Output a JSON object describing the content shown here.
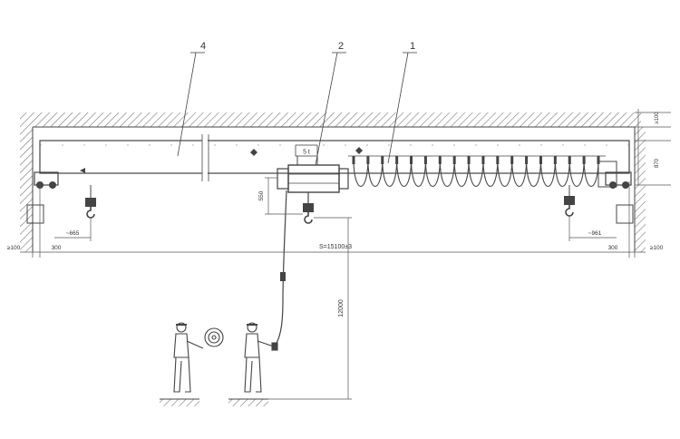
{
  "callouts": [
    "4",
    "2",
    "1"
  ],
  "hoist_label": "5 t",
  "dims": {
    "span": "S=15100±3",
    "lift_height": "12000",
    "hook_drop": "550",
    "left_hook_limit": "~665",
    "right_hook_limit": "~961",
    "left_rail_clear": "300",
    "right_rail_clear": "300",
    "left_wall": "≥100",
    "right_wall": "≥100",
    "top_clear": "≥100",
    "beam_depth": "870"
  },
  "colors": {
    "line": "#444444",
    "hatch": "#777777"
  }
}
